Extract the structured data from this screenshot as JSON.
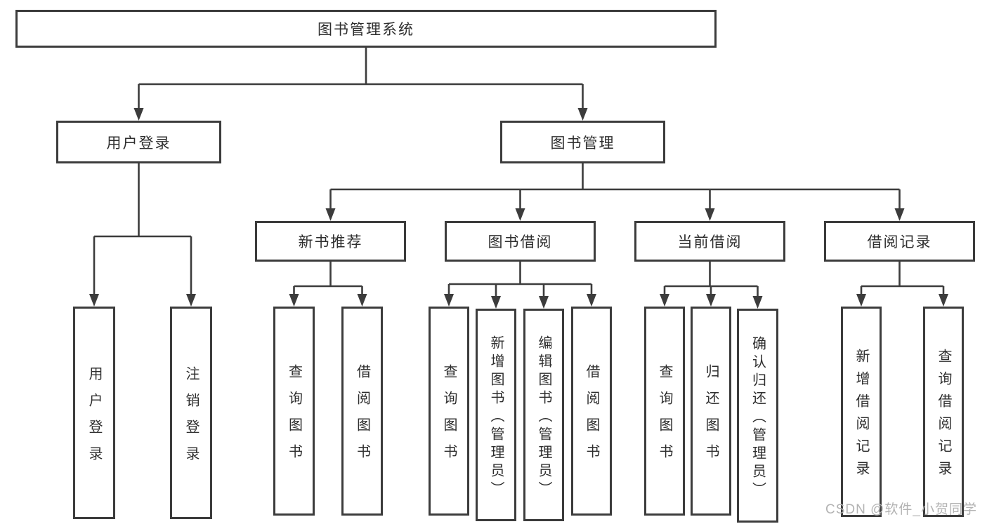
{
  "tree": {
    "root": {
      "label": "图书管理系统"
    },
    "user_login": {
      "label": "用户登录",
      "children": [
        {
          "label": "用户登录"
        },
        {
          "label": "注销登录"
        }
      ]
    },
    "book_management": {
      "label": "图书管理",
      "groups": [
        {
          "label": "新书推荐",
          "children": [
            {
              "label": "查询图书"
            },
            {
              "label": "借阅图书"
            }
          ]
        },
        {
          "label": "图书借阅",
          "children": [
            {
              "label": "查询图书"
            },
            {
              "label": "新增图书（管理员）"
            },
            {
              "label": "编辑图书（管理员）"
            },
            {
              "label": "借阅图书"
            }
          ]
        },
        {
          "label": "当前借阅",
          "children": [
            {
              "label": "查询图书"
            },
            {
              "label": "归还图书"
            },
            {
              "label": "确认归还（管理员）"
            }
          ]
        },
        {
          "label": "借阅记录",
          "children": [
            {
              "label": "新增借阅记录"
            },
            {
              "label": "查询借阅记录"
            }
          ]
        }
      ]
    }
  },
  "watermark": "CSDN @软件_小贺同学",
  "colors": {
    "line": "#3c3c3c",
    "box_border": "#3c3c3c",
    "text": "#2e2e2e",
    "background": "#ffffff",
    "watermark": "#b3b3b3"
  }
}
